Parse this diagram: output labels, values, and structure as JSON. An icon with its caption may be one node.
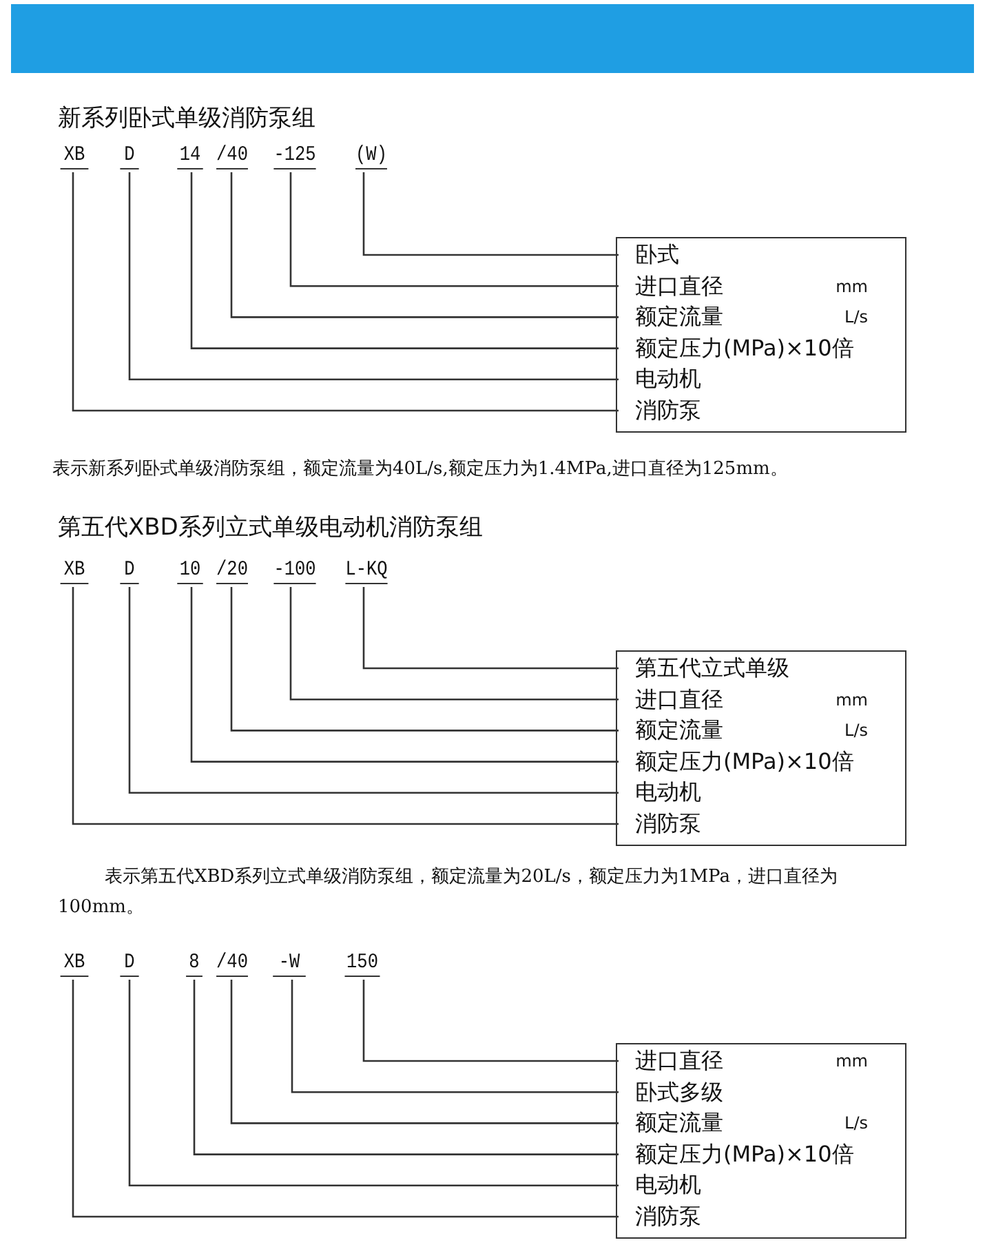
{
  "diagram": {
    "nodes": [
      {
        "text": [
          "XB"
        ]
      },
      {
        "text": [
          "D"
        ]
      },
      {
        "text": [
          "14"
        ]
      },
      {
        "text": [
          "/40"
        ]
      },
      {
        "text": [
          "-125"
        ]
      },
      {
        "text": [
          "(W)"
        ]
      },
      {
        "text": [],
        "shape": "box"
      },
      {
        "text": [
          "卧式"
        ],
        "in": 6
      },
      {
        "text": [
          "进口直径",
          "mm"
        ],
        "in": 6
      },
      {
        "text": [
          "额定流量",
          "L/s"
        ],
        "in": 6
      },
      {
        "text": [
          "额定压力(MPa)×10倍"
        ],
        "in": 6
      },
      {
        "text": [
          "电动机"
        ],
        "in": 6
      },
      {
        "text": [
          "消防泵"
        ],
        "in": 6
      },
      {
        "text": [
          "XB"
        ]
      },
      {
        "text": [
          "D"
        ]
      },
      {
        "text": [
          "10"
        ]
      },
      {
        "text": [
          "/20"
        ]
      },
      {
        "text": [
          "-100"
        ]
      },
      {
        "text": [
          "L-KQ"
        ]
      },
      {
        "text": [],
        "shape": "box"
      },
      {
        "text": [
          "第五代立式单级"
        ],
        "in": 19
      },
      {
        "text": [
          "进口直径",
          "mm"
        ],
        "in": 19
      },
      {
        "text": [
          "额定流量",
          "L/s"
        ],
        "in": 19
      },
      {
        "text": [
          "额定压力(MPa)×10倍"
        ],
        "in": 19
      },
      {
        "text": [
          "电动机"
        ],
        "in": 19
      },
      {
        "text": [
          "消防泵"
        ],
        "in": 19
      },
      {
        "text": [
          "XB"
        ]
      },
      {
        "text": [
          "D"
        ]
      },
      {
        "text": [
          "8"
        ]
      },
      {
        "text": [
          "/40"
        ]
      },
      {
        "text": [
          "-W"
        ]
      },
      {
        "text": [
          "150"
        ]
      },
      {
        "text": [],
        "shape": "box"
      },
      {
        "text": [
          "进口直径",
          "mm"
        ],
        "in": 32
      },
      {
        "text": [
          "卧式多级"
        ],
        "in": 32
      },
      {
        "text": [
          "额定流量",
          "L/s"
        ],
        "in": 32
      },
      {
        "text": [
          "额定压力(MPa)×10倍"
        ],
        "in": 32
      },
      {
        "text": [
          "电动机"
        ],
        "in": 32
      },
      {
        "text": [
          "消防泵"
        ],
        "in": 32
      }
    ],
    "edges": [
      {
        "from": 0,
        "to": 12,
        "arrow": "none"
      },
      {
        "from": 1,
        "to": 11,
        "arrow": "none"
      },
      {
        "from": 2,
        "to": 10,
        "arrow": "none"
      },
      {
        "from": 3,
        "to": 9,
        "arrow": "none"
      },
      {
        "from": 4,
        "to": 8,
        "arrow": "none"
      },
      {
        "from": 5,
        "to": 7,
        "arrow": "none"
      },
      {
        "from": 13,
        "to": 25,
        "arrow": "none"
      },
      {
        "from": 14,
        "to": 24,
        "arrow": "none"
      },
      {
        "from": 15,
        "to": 23,
        "arrow": "none"
      },
      {
        "from": 16,
        "to": 22,
        "arrow": "none"
      },
      {
        "from": 17,
        "to": 21,
        "arrow": "none"
      },
      {
        "from": 18,
        "to": 20,
        "arrow": "none"
      },
      {
        "from": 26,
        "to": 38,
        "arrow": "none"
      },
      {
        "from": 27,
        "to": 37,
        "arrow": "none"
      },
      {
        "from": 28,
        "to": 36,
        "arrow": "none"
      },
      {
        "from": 29,
        "to": 35,
        "arrow": "none"
      },
      {
        "from": 30,
        "to": 34,
        "arrow": "none"
      },
      {
        "from": 31,
        "to": 33,
        "arrow": "none"
      }
    ],
    "labels": [
      "新系列卧式单级消防泵组",
      "表示新系列卧式单级消防泵组，额定流量为40L/s,额定压力为1.4MPa,进口直径为125mm。",
      "第五代XBD系列立式单级电动机消防泵组",
      "表示第五代XBD系列立式单级消防泵组，额定流量为20L/s，额定压力为1MPa，进口直径为100mm。"
    ]
  }
}
